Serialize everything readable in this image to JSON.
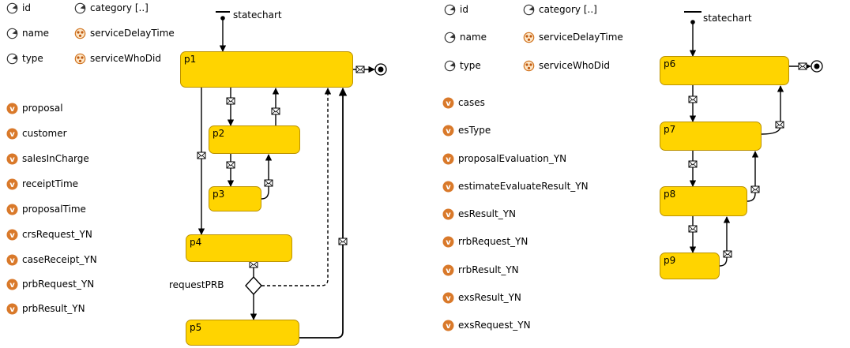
{
  "left": {
    "parameters": [
      {
        "label": "id",
        "icon": "parameter-icon"
      },
      {
        "label": "category [..]",
        "icon": "parameter-icon"
      },
      {
        "label": "name",
        "icon": "parameter-icon"
      },
      {
        "label": "serviceDelayTime",
        "icon": "function-icon"
      },
      {
        "label": "type",
        "icon": "parameter-icon"
      },
      {
        "label": "serviceWhoDid",
        "icon": "function-icon"
      }
    ],
    "variables": [
      "proposal",
      "customer",
      "salesInCharge",
      "receiptTime",
      "proposalTime",
      "crsRequest_YN",
      "caseReceipt_YN",
      "prbRequest_YN",
      "prbResult_YN"
    ],
    "statechart_label": "statechart",
    "states": [
      "p1",
      "p2",
      "p3",
      "p4",
      "p5"
    ],
    "branch_label": "requestPRB"
  },
  "right": {
    "parameters": [
      {
        "label": "id",
        "icon": "parameter-icon"
      },
      {
        "label": "category [..]",
        "icon": "parameter-icon"
      },
      {
        "label": "name",
        "icon": "parameter-icon"
      },
      {
        "label": "serviceDelayTime",
        "icon": "function-icon"
      },
      {
        "label": "type",
        "icon": "parameter-icon"
      },
      {
        "label": "serviceWhoDid",
        "icon": "function-icon"
      }
    ],
    "variables": [
      "cases",
      "esType",
      "proposalEvaluation_YN",
      "estimateEvaluateResult_YN",
      "esResult_YN",
      "rrbRequest_YN",
      "rrbResult_YN",
      "exsResult_YN",
      "exsRequest_YN"
    ],
    "statechart_label": "statechart",
    "states": [
      "p6",
      "p7",
      "p8",
      "p9"
    ]
  },
  "colors": {
    "state_fill": "#FFD400",
    "state_border": "#BB9200",
    "variable_icon": "#E08A2C"
  }
}
